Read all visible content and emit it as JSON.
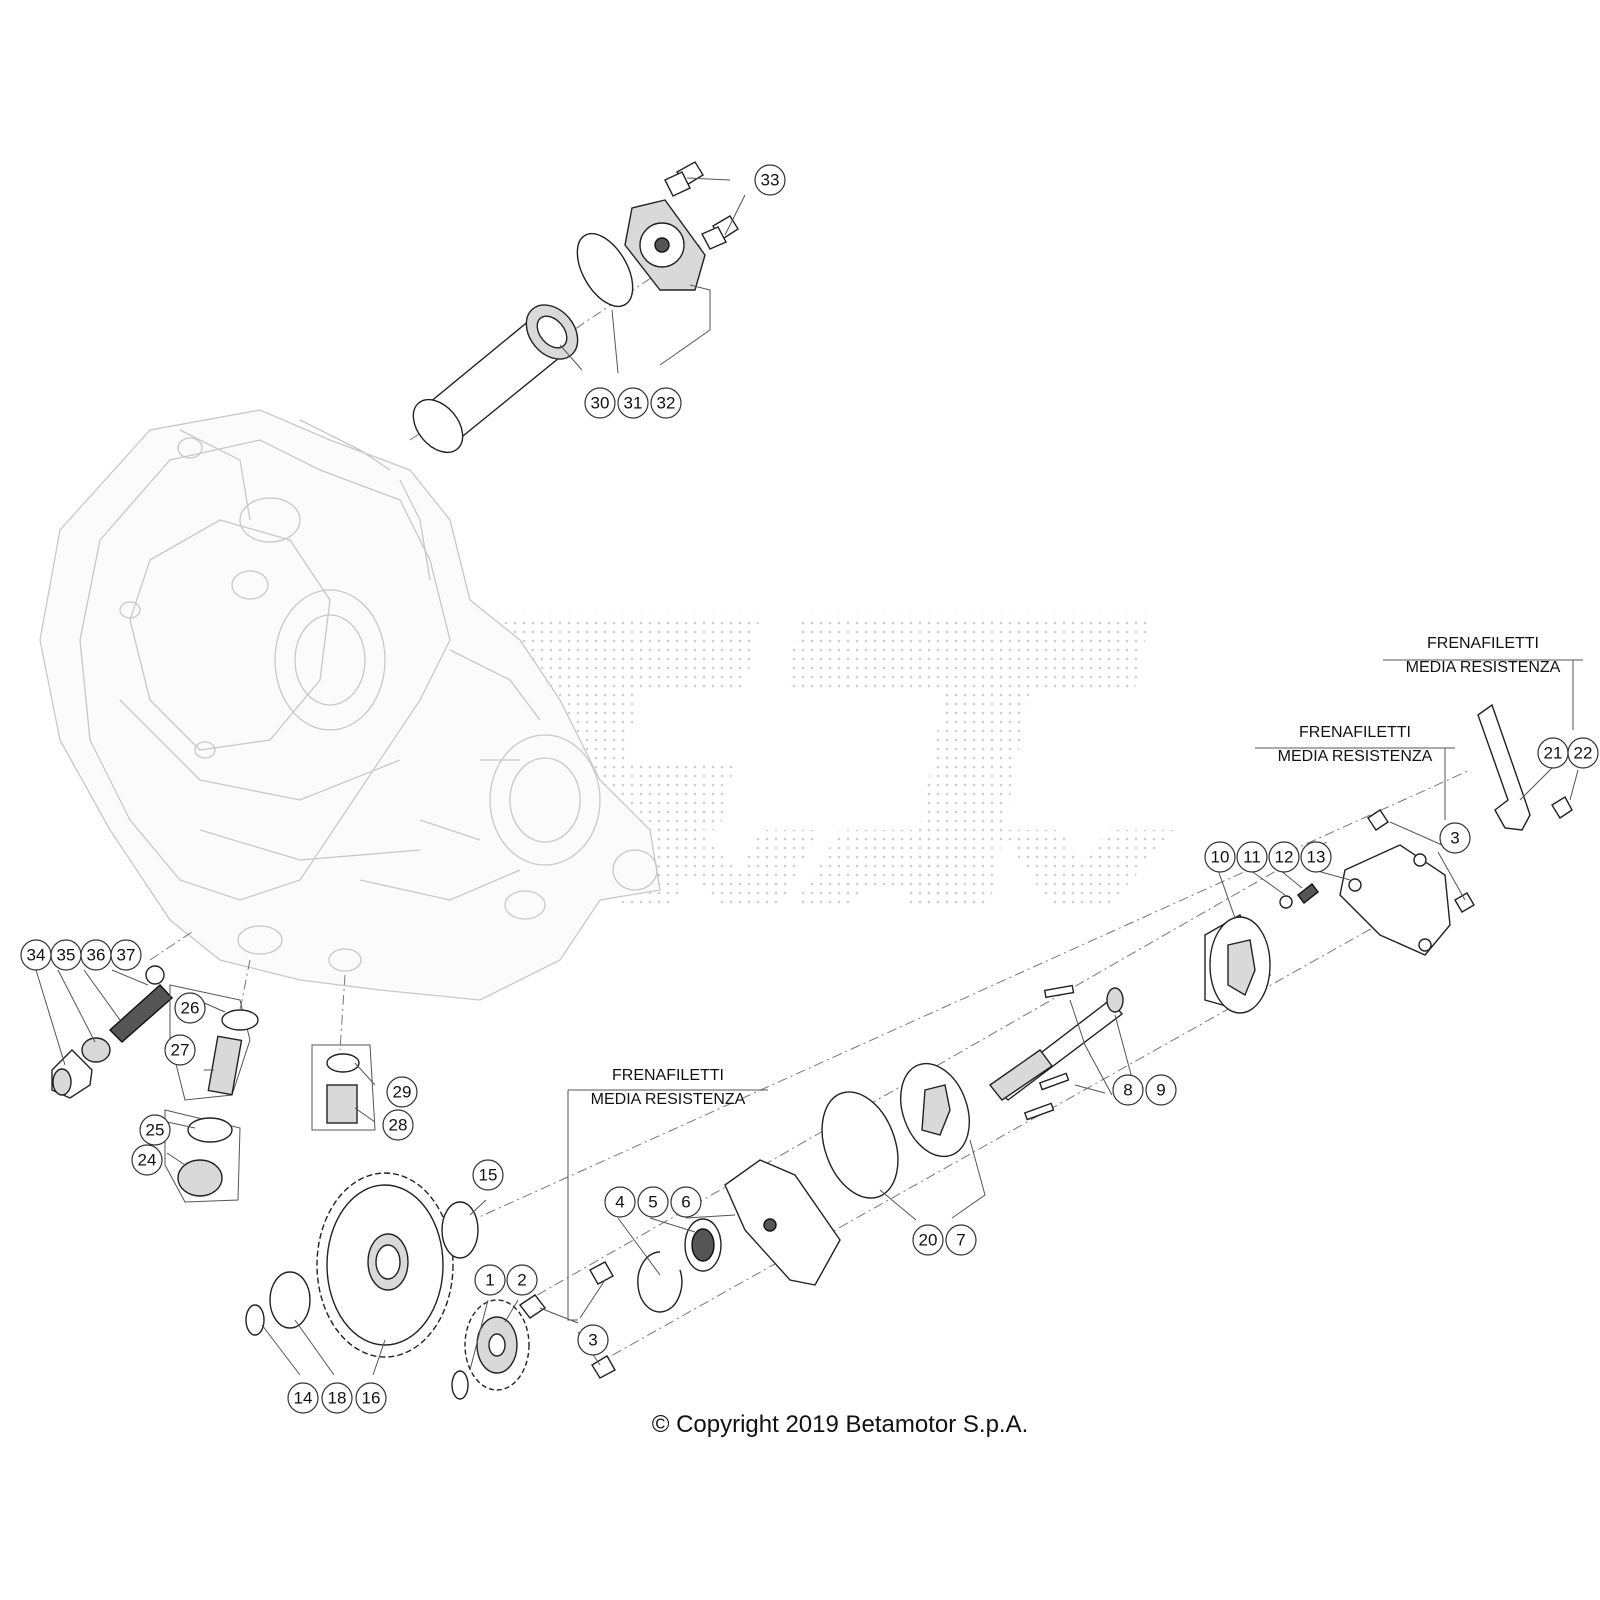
{
  "callouts": {
    "c1": "1",
    "c2": "2",
    "c3a": "3",
    "c3b": "3",
    "c4": "4",
    "c5": "5",
    "c6": "6",
    "c7": "7",
    "c8": "8",
    "c9": "9",
    "c10": "10",
    "c11": "11",
    "c12": "12",
    "c13": "13",
    "c14": "14",
    "c15": "15",
    "c16": "16",
    "c18": "18",
    "c20": "20",
    "c21": "21",
    "c22": "22",
    "c24": "24",
    "c25": "25",
    "c26": "26",
    "c27": "27",
    "c28": "28",
    "c29": "29",
    "c30": "30",
    "c31": "31",
    "c32": "32",
    "c33": "33",
    "c34": "34",
    "c35": "35",
    "c36": "36",
    "c37": "37"
  },
  "notes": [
    {
      "line1": "FRENAFILETTI",
      "line2": "MEDIA RESISTENZA"
    },
    {
      "line1": "FRENAFILETTI",
      "line2": "MEDIA RESISTENZA"
    },
    {
      "line1": "FRENAFILETTI",
      "line2": "MEDIA RESISTENZA"
    }
  ],
  "copyright": "© Copyright 2019 Betamotor S.p.A.",
  "colors": {
    "line": "#222222",
    "engine_ghost": "#c8c8c8",
    "watermark": "#c9c9c9"
  }
}
